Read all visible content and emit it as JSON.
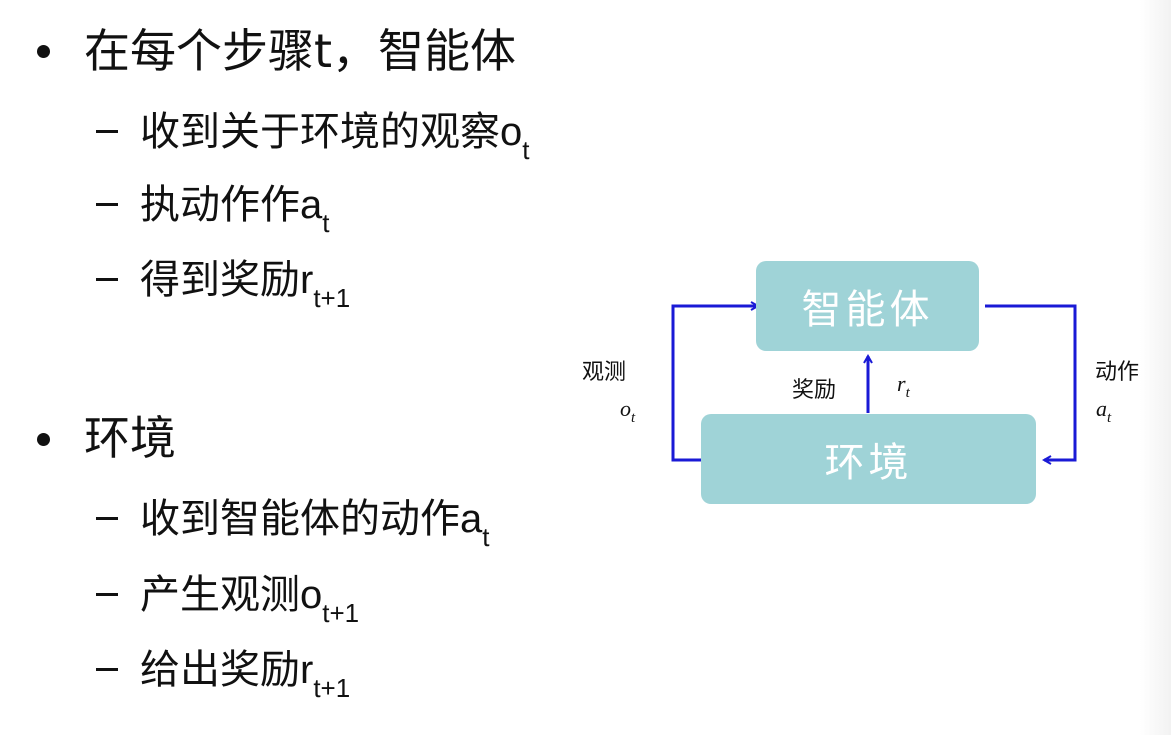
{
  "agent_section": {
    "title": "在每个步骤t，智能体",
    "items": [
      {
        "text": "收到关于环境的观察",
        "var": "o",
        "sub": "t"
      },
      {
        "text": "执动作作",
        "var": "a",
        "sub": "t"
      },
      {
        "text": "得到奖励",
        "var": "r",
        "sub": "t+1"
      }
    ]
  },
  "env_section": {
    "title": "环境",
    "items": [
      {
        "text": "收到智能体的动作",
        "var": "a",
        "sub": "t"
      },
      {
        "text": "产生观测",
        "var": "o",
        "sub": "t+1"
      },
      {
        "text": "给出奖励",
        "var": "r",
        "sub": "t+1"
      }
    ]
  },
  "diagram": {
    "agent_box": "智能体",
    "env_box": "环境",
    "observation_label": "观测",
    "observation_var": "o",
    "observation_sub": "t",
    "reward_label": "奖励",
    "reward_var": "r",
    "reward_sub": "t",
    "action_label": "动作",
    "action_var": "a",
    "action_sub": "t",
    "box_color": "#9fd3d7",
    "arrow_color": "#1a1ad6"
  }
}
